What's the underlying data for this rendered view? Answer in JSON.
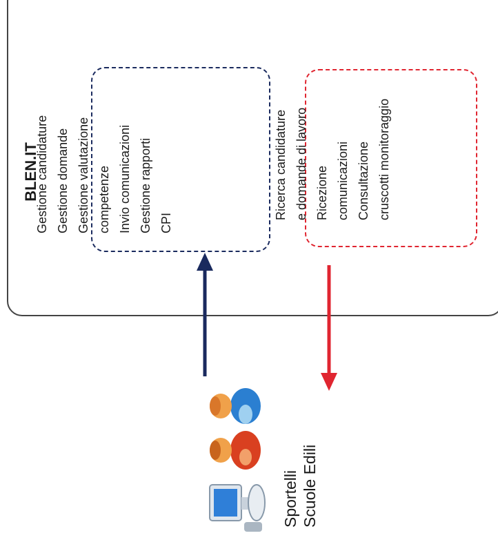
{
  "system": {
    "title": "BLEN.IT"
  },
  "blue_box": {
    "lines": [
      "Gestione candidature",
      "Gestione domande",
      "Gestione valutazione",
      "competenze",
      "Invio comunicazioni",
      "Gestione rapporti",
      "CPI"
    ]
  },
  "red_box": {
    "lines": [
      "Ricerca candidature",
      "e domande di lavoro",
      "Ricezione",
      "comunicazioni",
      "Consultazione",
      "cruscotti monitoraggio"
    ]
  },
  "actor": {
    "line1": "Sportelli",
    "line2": "Scuole Edili"
  },
  "colors": {
    "blue": "#1a2a5e",
    "red": "#e02530",
    "border": "#444444"
  }
}
